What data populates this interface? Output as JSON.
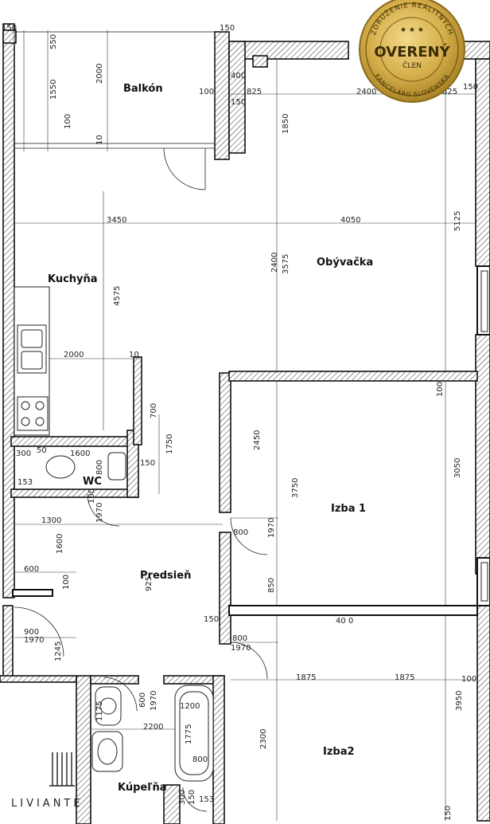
{
  "rooms": {
    "balcony": "Balkón",
    "living": "Obývačka",
    "kitchen": "Kuchyňa",
    "wc": "WC",
    "room1": "Izba 1",
    "hall": "Predsieň",
    "room2": "Izba2",
    "bath": "Kúpeľňa"
  },
  "dimensions": {
    "d150_tl": "150",
    "d550": "550",
    "d150_top": "150",
    "d1550": "1550",
    "d2000_bal": "2000",
    "d100_bal": "100",
    "d10": "10",
    "d400": "400",
    "d100_mid": "100",
    "d825_l": "825",
    "d150_mid": "150",
    "d2400_top": "2400",
    "d825_r": "825",
    "d150_r": "150",
    "d1850": "1850",
    "d3450": "3450",
    "d4050": "4050",
    "d5125": "5125",
    "d3575": "3575",
    "d2400_liv": "2400",
    "d4575": "4575",
    "d2000_kit": "2000",
    "d10_kit": "10",
    "d100_r1": "100",
    "d700": "700",
    "d1750": "1750",
    "d2450": "2450",
    "d3750": "3750",
    "d3050": "3050",
    "d300_wc": "300",
    "d50_wc": "50",
    "d1600_wc": "1600",
    "d800_wc": "800",
    "d150_wc": "150",
    "d153_wc": "153",
    "d100_door": "100",
    "d1970_wc": "1970",
    "d1300": "1300",
    "d1600_hall": "1600",
    "d600": "600",
    "d100_hall": "100",
    "d925": "925",
    "d800_r1": "800",
    "d1970_r1": "1970",
    "d850": "850",
    "d150_hall": "150",
    "d4000": "40 0",
    "d900": "900",
    "d1970_en": "1970",
    "d1245": "1245",
    "d800_r2": "800",
    "d1970_r2": "1970",
    "d1875_l": "1875",
    "d1875_r": "1875",
    "d100_r2": "100",
    "d3950": "3950",
    "d600_bath": "600",
    "d1970_bath": "1970",
    "d1200": "1200",
    "d1175": "1175",
    "d2200": "2200",
    "d1775": "1775",
    "d800_bath": "800",
    "d2300": "2300",
    "d300_bath": "300",
    "d150_bath": "150",
    "d153_bath": "153",
    "d150_br": "150"
  },
  "badge": {
    "top_arc": "ZDRUŽENIE REALITNÝCH",
    "title": "OVERENÝ",
    "subtitle": "ČLEN",
    "bottom_arc": "KANCELÁRIÍ SLOVENSKA",
    "stars": "★ ★ ★",
    "color_gold": "#d4ae4a",
    "color_dark": "#8a6a1c"
  },
  "logo": {
    "name": "LIVIANTE"
  }
}
